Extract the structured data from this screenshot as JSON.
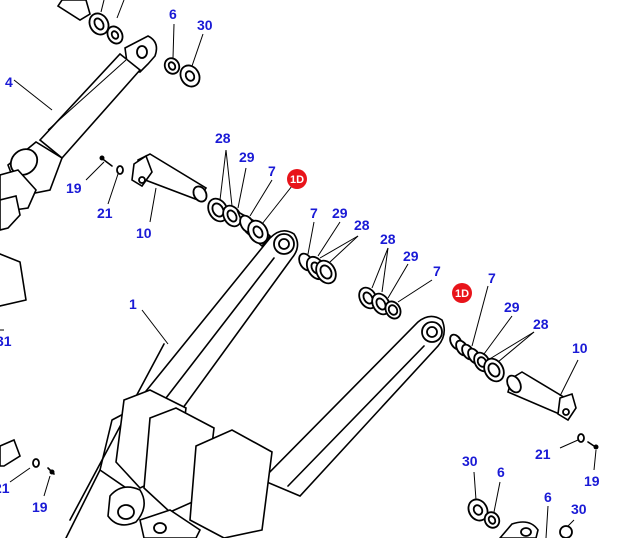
{
  "diagram": {
    "callouts": [
      {
        "id": "c-4",
        "text": "4"
      },
      {
        "id": "c-6a",
        "text": "6"
      },
      {
        "id": "c-30a",
        "text": "30"
      },
      {
        "id": "c-28a",
        "text": "28"
      },
      {
        "id": "c-29a",
        "text": "29"
      },
      {
        "id": "c-7a",
        "text": "7"
      },
      {
        "id": "c-19a",
        "text": "19"
      },
      {
        "id": "c-21a",
        "text": "21"
      },
      {
        "id": "c-10a",
        "text": "10"
      },
      {
        "id": "c-7b",
        "text": "7"
      },
      {
        "id": "c-29b",
        "text": "29"
      },
      {
        "id": "c-28b",
        "text": "28"
      },
      {
        "id": "c-28c",
        "text": "28"
      },
      {
        "id": "c-29c",
        "text": "29"
      },
      {
        "id": "c-7c",
        "text": "7"
      },
      {
        "id": "c-7d",
        "text": "7"
      },
      {
        "id": "c-29d",
        "text": "29"
      },
      {
        "id": "c-28d",
        "text": "28"
      },
      {
        "id": "c-10b",
        "text": "10"
      },
      {
        "id": "c-1",
        "text": "1"
      },
      {
        "id": "c-31",
        "text": "31"
      },
      {
        "id": "c-21b",
        "text": "21"
      },
      {
        "id": "c-19b",
        "text": "19"
      },
      {
        "id": "c-30b",
        "text": "30"
      },
      {
        "id": "c-6b",
        "text": "6"
      },
      {
        "id": "c-6c",
        "text": "6"
      },
      {
        "id": "c-30c",
        "text": "30"
      },
      {
        "id": "c-21c",
        "text": "21"
      },
      {
        "id": "c-19c",
        "text": "19"
      }
    ],
    "badges": [
      {
        "id": "b-1",
        "text": "1D"
      },
      {
        "id": "b-2",
        "text": "1D"
      }
    ],
    "colors": {
      "callout": "#1a1ad6",
      "badge": "#e8141a",
      "line": "#000000"
    }
  }
}
